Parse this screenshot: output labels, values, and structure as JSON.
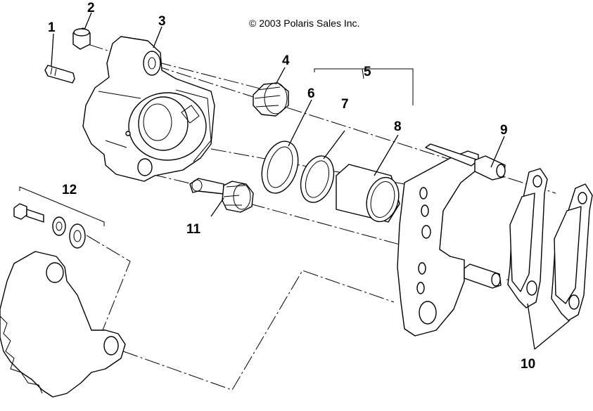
{
  "copyright": "© 2003 Polaris Sales Inc.",
  "callouts": {
    "c1": "1",
    "c2": "2",
    "c3": "3",
    "c4": "4",
    "c5": "5",
    "c6": "6",
    "c7": "7",
    "c8": "8",
    "c9": "9",
    "c10": "10",
    "c11": "11",
    "c12": "12"
  }
}
